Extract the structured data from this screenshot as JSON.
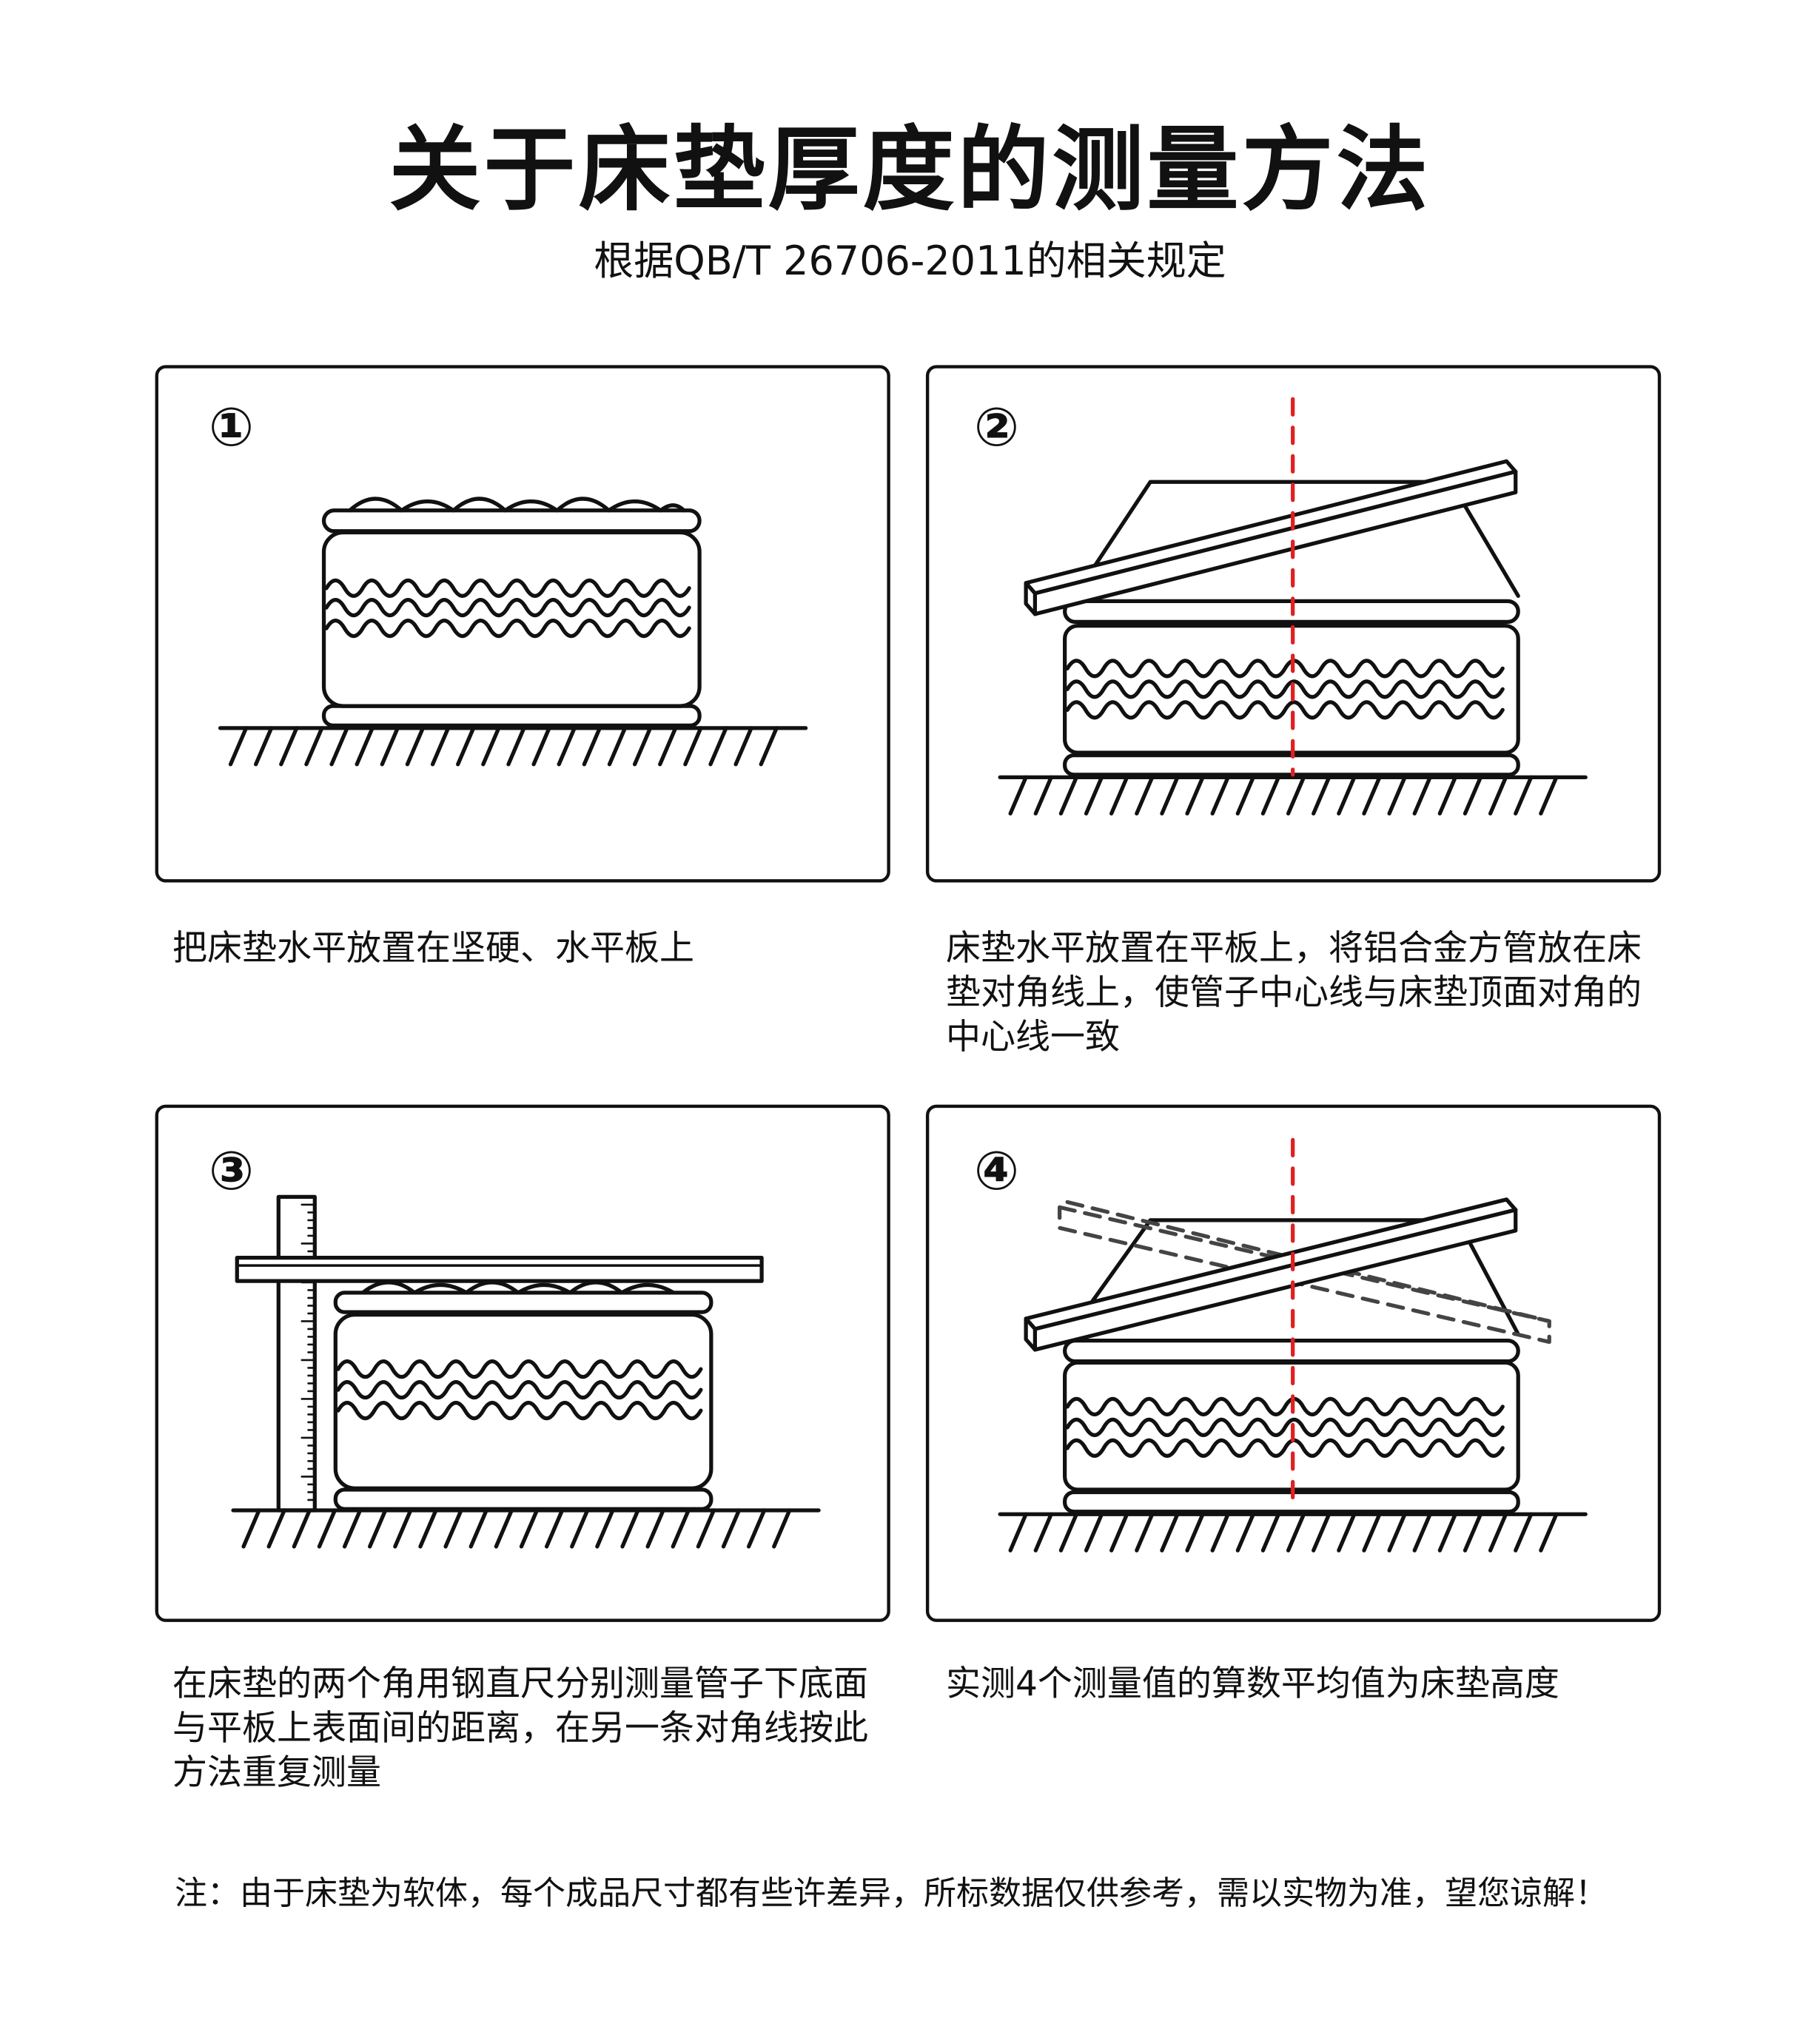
{
  "title": "关于床垫厚度的测量方法",
  "subtitle": "根据QB/T 26706-2011的相关规定",
  "panels": [
    {
      "number": "①",
      "caption": "把床垫水平放置在坚硬、水平板上"
    },
    {
      "number": "②",
      "caption": "床垫水平放置在平板上，将铝合金方管放在床垫对角线上，使管子中心线与床垫顶面对角的中心线一致"
    },
    {
      "number": "③",
      "caption": "在床垫的两个角用钢直尺分别测量管子下底面与平板上表面间的距离，在另一条对角线按此方法重复测量"
    },
    {
      "number": "④",
      "caption": "实测4个测量值的算数平均值为床垫高度"
    }
  ],
  "note": "注：由于床垫为软体，每个成品尺寸都有些许差异，所标数据仅供参考，需以实物为准，望您谅解！",
  "colors": {
    "line": "#111111",
    "centerline": "#e02020",
    "dashed": "#444444"
  }
}
